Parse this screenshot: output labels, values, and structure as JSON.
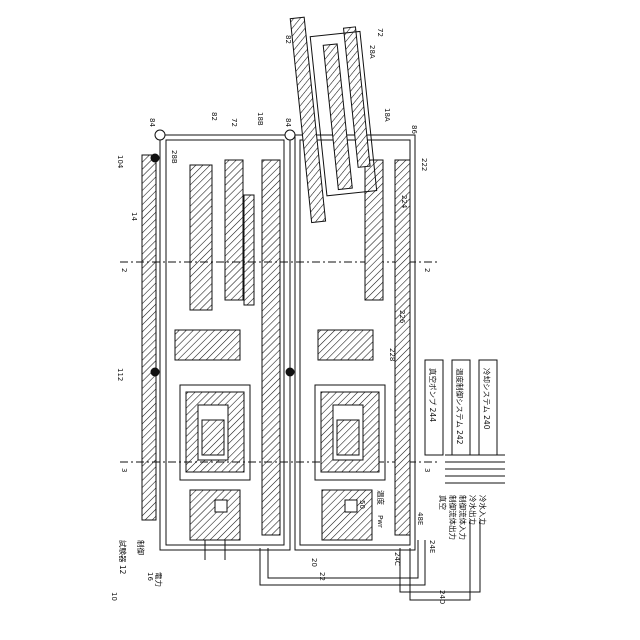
{
  "labels": {
    "ref_10": "10",
    "ref_12": "試験器 12",
    "seigyo": "制御",
    "ref_16": "16",
    "denryoku": "電力",
    "ref_14": "14",
    "ref_104": "104",
    "ref_112": "112",
    "ref_2a": "2",
    "ref_2b": "2",
    "ref_3a": "3",
    "ref_3b": "3",
    "ref_18b": "18B",
    "ref_18a": "18A",
    "ref_28a": "28A",
    "ref_28b": "28B",
    "ref_72a": "72",
    "ref_72b": "72",
    "ref_82a": "82",
    "ref_82b": "82",
    "ref_84a": "84",
    "ref_84b": "84",
    "ref_86": "86",
    "ref_222": "222",
    "ref_224": "224",
    "ref_226": "226",
    "ref_228": "228",
    "ref_24c": "24C",
    "ref_24d": "24D",
    "ref_24e": "24E",
    "ref_48e": "48E",
    "ref_pwr": "Pwr",
    "ref_ondo": "温度",
    "ref_50": "50",
    "ref_20": "20",
    "ref_22": "22"
  },
  "legend": {
    "box_244": "真空ポンプ 244",
    "box_242": "温度制御システム\n242",
    "box_240": "冷却システム\n240",
    "line_shinku": "真空",
    "line_seigyo_out": "制御流体出力",
    "line_seigyo_in": "制御流体入力",
    "line_reisui_out": "冷水出力",
    "line_reisui_in": "冷水入力"
  }
}
